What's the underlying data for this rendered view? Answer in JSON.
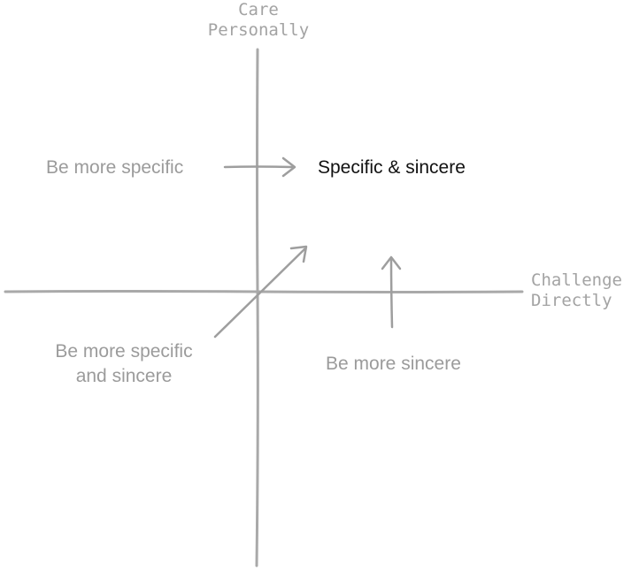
{
  "axes": {
    "vertical": {
      "line1": "Care",
      "line2": "Personally"
    },
    "horizontal": {
      "line1": "Challenge",
      "line2": "Directly"
    }
  },
  "quadrants": {
    "top_left": "Be more specific",
    "top_right": "Specific & sincere",
    "bottom_left": {
      "line1": "Be more specific",
      "line2": "and sincere"
    },
    "bottom_right": "Be more sincere"
  },
  "colors": {
    "axis": "#a9a9a9",
    "arrow": "#9e9e9e",
    "muted_text": "#9b9b9b",
    "emphasis_text": "#111111"
  }
}
